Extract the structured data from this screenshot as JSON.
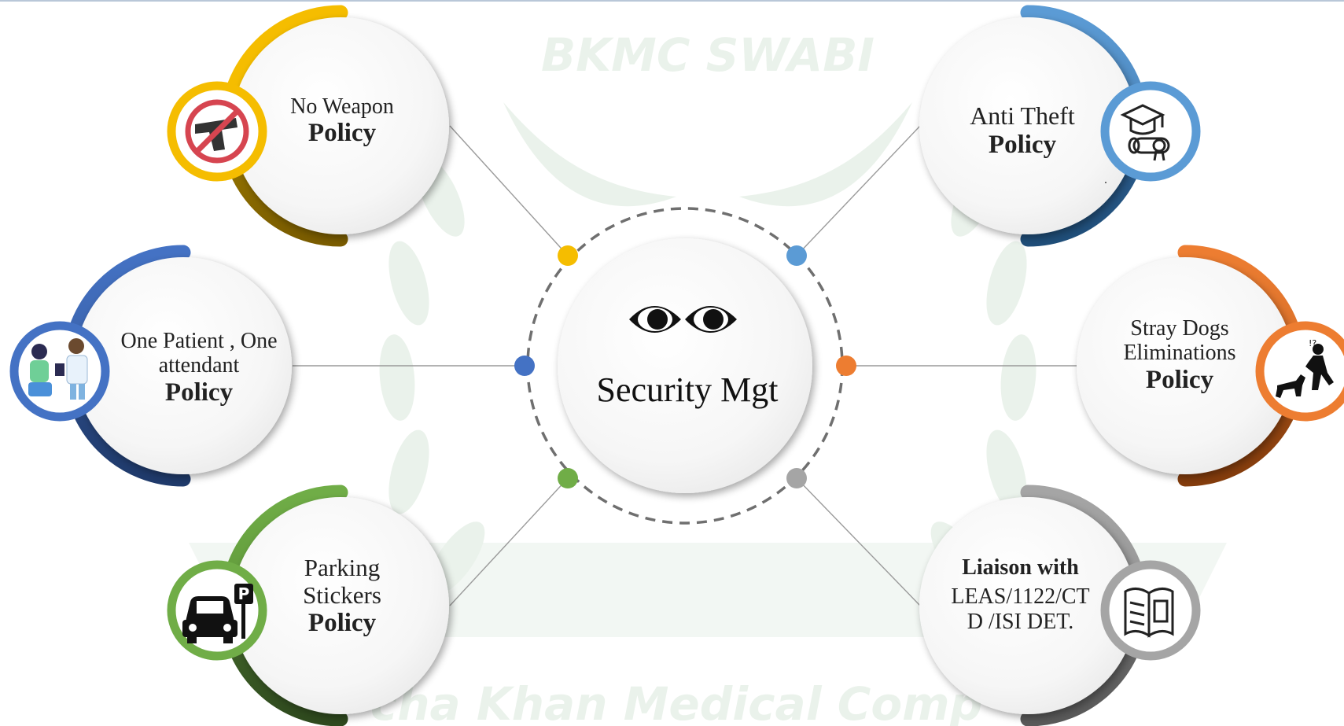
{
  "watermark": {
    "top_text": "BKMC SWABI",
    "bottom_text": "cha Khan Medical Comp"
  },
  "center": {
    "title": "Security Mgt",
    "icon": "eyes-icon"
  },
  "nodes": [
    {
      "id": "no-weapon",
      "line1": "No Weapon",
      "line2": "",
      "bold": "Policy",
      "icon": "no-weapon-icon",
      "arc_color": "#F5BD00",
      "arc_dark": "#8B6A00",
      "dot_color": "#F5BD00"
    },
    {
      "id": "one-patient",
      "line1": "One Patient , One",
      "line2": "attendant",
      "bold": "Policy",
      "icon": "patient-doctor-icon",
      "arc_color": "#4472C4",
      "arc_dark": "#1F3A6B",
      "dot_color": "#4472C4"
    },
    {
      "id": "parking",
      "line1": "Parking",
      "line2": "Stickers",
      "bold": "Policy",
      "icon": "parking-car-icon",
      "arc_color": "#70AD47",
      "arc_dark": "#375623",
      "dot_color": "#70AD47"
    },
    {
      "id": "anti-theft",
      "line1": "Anti Theft",
      "line2": "",
      "bold": "Policy",
      "icon": "diploma-cap-icon",
      "arc_color": "#5B9BD5",
      "arc_dark": "#1F4E79",
      "dot_color": "#5B9BD5"
    },
    {
      "id": "stray-dogs",
      "line1": "Stray Dogs",
      "line2": "Eliminations",
      "bold": "Policy",
      "icon": "dog-chase-icon",
      "arc_color": "#ED7D31",
      "arc_dark": "#843C0C",
      "dot_color": "#ED7D31"
    },
    {
      "id": "liaison",
      "bold_top": "Liaison with",
      "line1": "LEAS/1122/CT",
      "line2": "D /ISI DET.",
      "icon": "book-icon",
      "arc_color": "#A5A5A5",
      "arc_dark": "#595959",
      "dot_color": "#A5A5A5"
    }
  ],
  "stray_marks": [
    "."
  ]
}
